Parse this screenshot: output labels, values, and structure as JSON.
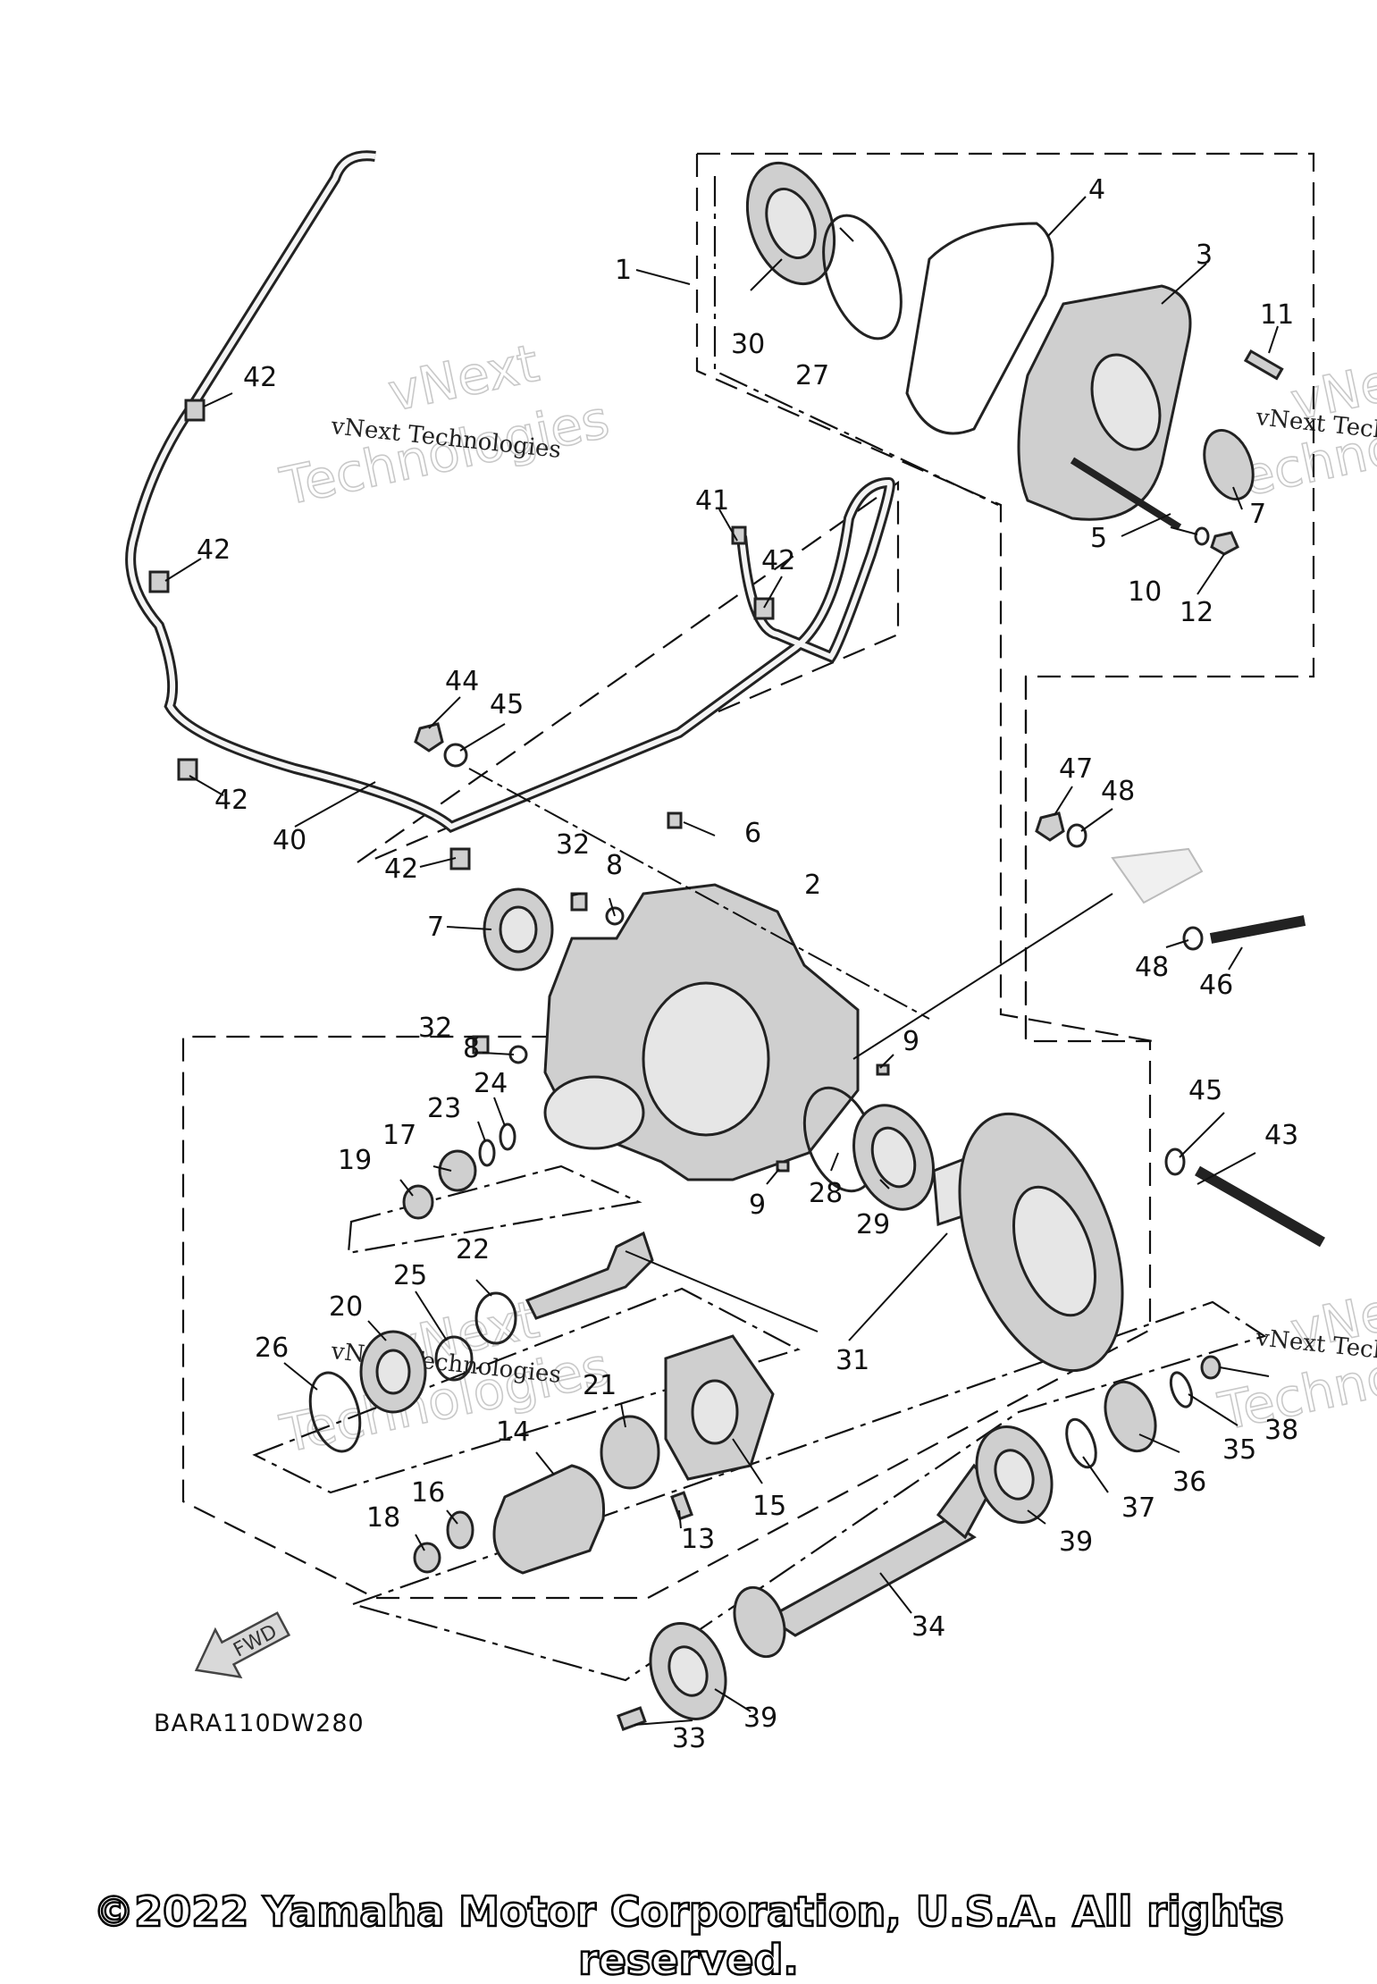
{
  "diagram_code": "BARA110DW280",
  "fwd_label": "FWD",
  "watermark_text": "vNext Technologies",
  "watermark_big_1": "vNext",
  "watermark_big_2": "Technologies",
  "copyright": "©2022 Yamaha Motor Corporation, U.S.A. All rights reserved.",
  "callouts": {
    "c1": "1",
    "c2": "2",
    "c3": "3",
    "c4": "4",
    "c5": "5",
    "c6": "6",
    "c7a": "7",
    "c7b": "7",
    "c8a": "8",
    "c8b": "8",
    "c9a": "9",
    "c9b": "9",
    "c10": "10",
    "c11": "11",
    "c12": "12",
    "c13": "13",
    "c14": "14",
    "c15": "15",
    "c16": "16",
    "c17": "17",
    "c18": "18",
    "c19": "19",
    "c20": "20",
    "c21": "21",
    "c22": "22",
    "c23": "23",
    "c24": "24",
    "c25": "25",
    "c26": "26",
    "c27": "27",
    "c28": "28",
    "c29": "29",
    "c30": "30",
    "c31": "31",
    "c32a": "32",
    "c32b": "32",
    "c33": "33",
    "c34": "34",
    "c35": "35",
    "c36": "36",
    "c37": "37",
    "c38": "38",
    "c39a": "39",
    "c39b": "39",
    "c40": "40",
    "c41": "41",
    "c42a": "42",
    "c42b": "42",
    "c42c": "42",
    "c42d": "42",
    "c42e": "42",
    "c43": "43",
    "c44": "44",
    "c45a": "45",
    "c45b": "45",
    "c46": "46",
    "c47": "47",
    "c48a": "48",
    "c48b": "48"
  }
}
